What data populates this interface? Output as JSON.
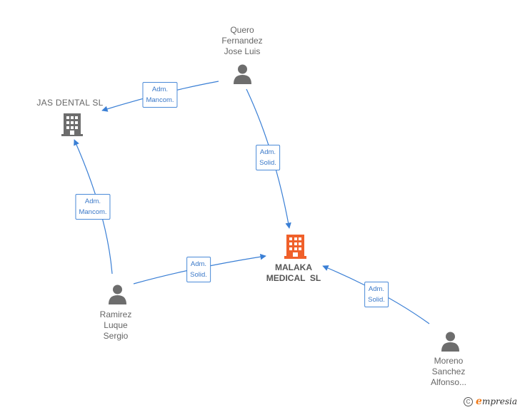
{
  "nodes": {
    "quero": {
      "label_lines": [
        "Quero",
        "Fernandez",
        "Jose Luis"
      ],
      "type": "person"
    },
    "jas": {
      "label": "JAS DENTAL SL",
      "type": "company"
    },
    "malaka": {
      "label_lines": [
        "MALAKA",
        "MEDICAL  SL"
      ],
      "type": "company-main"
    },
    "ramirez": {
      "label_lines": [
        "Ramirez",
        "Luque",
        "Sergio"
      ],
      "type": "person"
    },
    "moreno": {
      "label_lines": [
        "Moreno",
        "Sanchez",
        "Alfonso..."
      ],
      "type": "person"
    }
  },
  "relations": [
    {
      "from": "quero",
      "to": "jas",
      "lines": [
        "Adm.",
        "Mancom."
      ]
    },
    {
      "from": "quero",
      "to": "malaka",
      "lines": [
        "Adm.",
        "Solid."
      ]
    },
    {
      "from": "ramirez",
      "to": "jas",
      "lines": [
        "Adm.",
        "Mancom."
      ]
    },
    {
      "from": "ramirez",
      "to": "malaka",
      "lines": [
        "Adm.",
        "Solid."
      ]
    },
    {
      "from": "moreno",
      "to": "malaka",
      "lines": [
        "Adm.",
        "Solid."
      ]
    }
  ],
  "footer": {
    "copyright_symbol": "C",
    "brand_first": "e",
    "brand_rest": "mpresia"
  },
  "colors": {
    "edge": "#3a7fd5",
    "person_icon": "#6d6d6d",
    "company_icon": "#6d6d6d",
    "main_company_icon": "#f0602a"
  }
}
